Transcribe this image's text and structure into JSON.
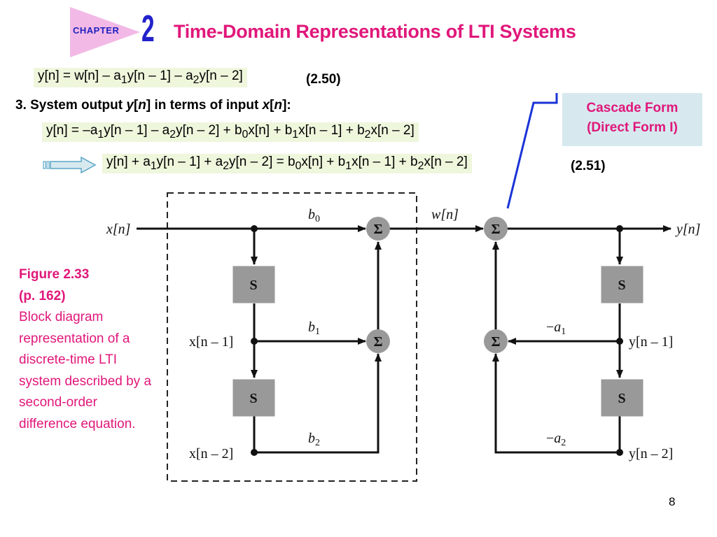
{
  "header": {
    "chapter_label": "CHAPTER",
    "chapter_number": "2",
    "title": "Time-Domain Representations of LTI Systems",
    "accent_color": "#e0177a",
    "chapter_color": "#2222cc"
  },
  "equations": {
    "eq_250": "y[n] = w[n] – a1y[n – 1] – a2y[n – 2]",
    "eq_250_number": "(2.50)",
    "step3": "3. System output y[n] in terms of input x[n]:",
    "eq_output": "y[n] = –a1y[n – 1] – a2y[n – 2] + b0x[n] + b1x[n – 1] + b2x[n – 2]",
    "eq_251": "y[n] + a1y[n – 1] + a2y[n – 2] = b0x[n] + b1x[n – 1] + b2x[n – 2]",
    "eq_251_number": "(2.51)"
  },
  "callout": {
    "line1": "Cascade Form",
    "line2": "(Direct Form I)"
  },
  "caption": {
    "figure": "Figure 2.33",
    "page": "(p. 162)",
    "text": "Block diagram representation of a discrete-time LTI system described by a second-order difference equation."
  },
  "diagram": {
    "input": "x[n]",
    "output": "y[n]",
    "intermediate": "w[n]",
    "x_delay1": "x[n – 1]",
    "x_delay2": "x[n – 2]",
    "y_delay1": "y[n – 1]",
    "y_delay2": "y[n – 2]",
    "shift_block": "S",
    "sum_symbol": "Σ",
    "gain_b0": "b0",
    "gain_b1": "b1",
    "gain_b2": "b2",
    "gain_a1": "–a1",
    "gain_a2": "–a2"
  },
  "page_number": "8"
}
